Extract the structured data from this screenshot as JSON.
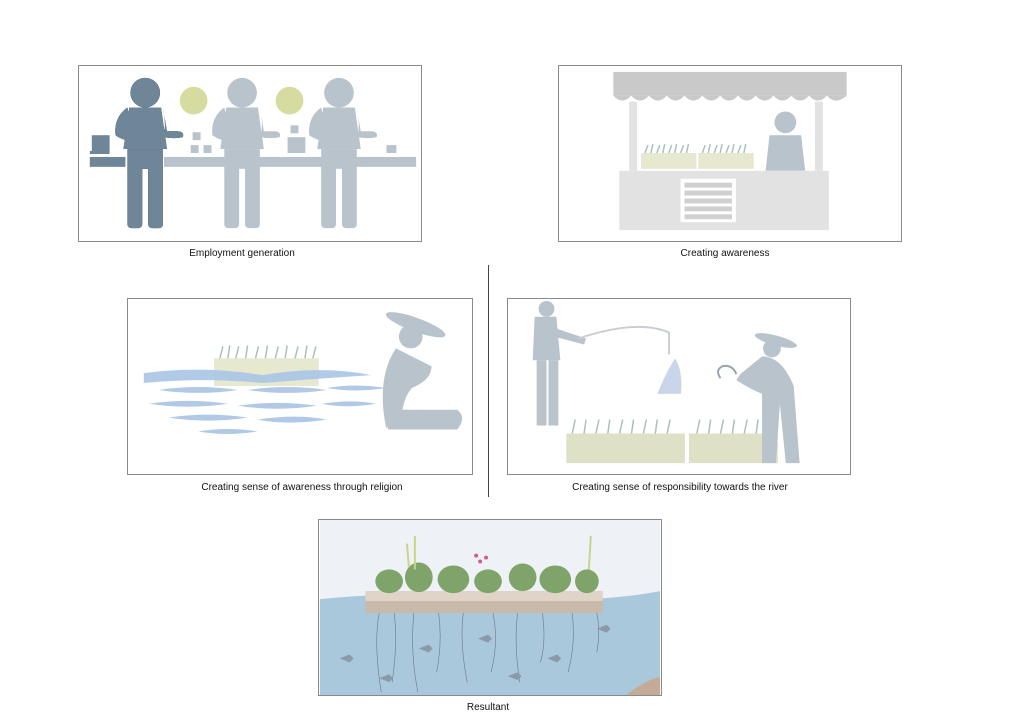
{
  "panels": [
    {
      "caption": "Employment generation"
    },
    {
      "caption": "Creating awareness"
    },
    {
      "caption": "Creating sense of awareness through religion"
    },
    {
      "caption": "Creating sense of responsibility towards the river"
    },
    {
      "caption": "Resultant"
    }
  ],
  "colors": {
    "dark_figure": "#6f8598",
    "light_figure": "#b9c3cc",
    "accent_green": "#d6dca0",
    "water_blue": "#a9c4e4",
    "planter": "#dfe1c6"
  }
}
